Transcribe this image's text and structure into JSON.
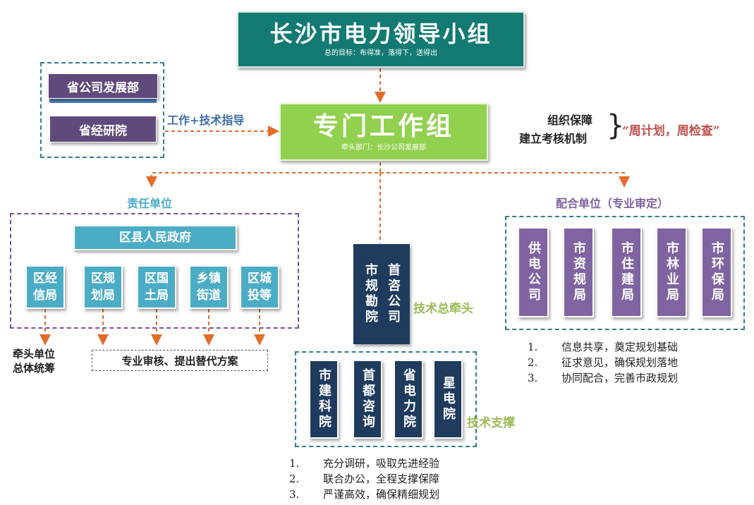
{
  "leader": {
    "title": "长沙市电力领导小组",
    "subtitle": "总的目标：布得准，落得下，送得出"
  },
  "working_group": {
    "title": "专门工作组",
    "subtitle": "牵头部门：长沙公司发展部"
  },
  "left_group": {
    "items": [
      "省公司发展部",
      "省经研院"
    ],
    "arrow_label": "工作+技术指导"
  },
  "guarantee": {
    "line1": "组织保障",
    "line2": "建立考核机制",
    "slogan": "“周计划，周检查”"
  },
  "responsible": {
    "label": "责任单位",
    "top": "区县人民政府",
    "units": [
      "区经信局",
      "区规划局",
      "区国土局",
      "乡镇街道",
      "区城投等"
    ],
    "unit_lines": [
      [
        "区经",
        "信局"
      ],
      [
        "区规",
        "划局"
      ],
      [
        "区国",
        "土局"
      ],
      [
        "乡镇",
        "街道"
      ],
      [
        "区城",
        "投等"
      ]
    ],
    "lead_note": [
      "牵头单位",
      "总体统筹"
    ],
    "review_note": "专业审核、提出替代方案"
  },
  "tech_lead": {
    "cols": [
      "市规勘院",
      "首咨公司"
    ],
    "label": "技术总牵头"
  },
  "tech_support": {
    "units": [
      "市建科院",
      "首都咨询",
      "省电力院",
      "星电院"
    ],
    "label": "技术支撑"
  },
  "cooperate": {
    "label": "配合单位（专业审定）",
    "units": [
      "供电公司",
      "市资规局",
      "市住建局",
      "市林业局",
      "市环保局"
    ]
  },
  "cooperate_list": [
    {
      "num": "1.",
      "text": "信息共享，奠定规划基础"
    },
    {
      "num": "2.",
      "text": "征求意见，确保规划落地"
    },
    {
      "num": "3.",
      "text": "协同配合，完善市政规划"
    }
  ],
  "support_list": [
    {
      "num": "1.",
      "text": "充分调研，吸取先进经验"
    },
    {
      "num": "2.",
      "text": "联合办公，全程支撑保障"
    },
    {
      "num": "3.",
      "text": "严谨高效，确保精细规划"
    }
  ],
  "colors": {
    "teal": "#127a72",
    "green": "#92d050",
    "purple": "#604a7b",
    "blue": "#4bacc6",
    "navy": "#1f3b5e",
    "orange": "#e26b2a",
    "red": "#c0504d"
  }
}
